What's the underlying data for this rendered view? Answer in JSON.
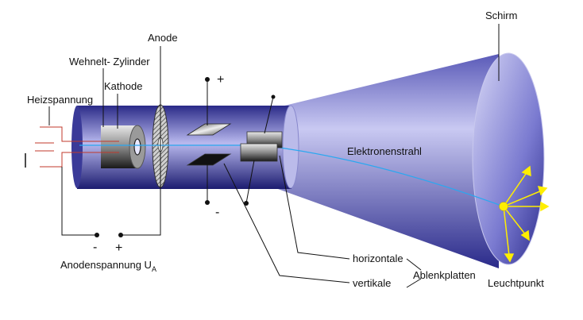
{
  "labels": {
    "schirm": "Schirm",
    "anode": "Anode",
    "wehnelt": "Wehnelt- Zylinder",
    "kathode": "Kathode",
    "heizspannung": "Heizspannung",
    "elektronenstrahl": "Elektronenstrahl",
    "horizontale": "horizontale",
    "vertikale": "vertikale",
    "ablenkplatten": "Ablenkplatten",
    "leuchtpunkt": "Leuchtpunkt",
    "anodenspannung": "Anodenspannung U",
    "anodenspannung_sub": "A"
  },
  "signs": {
    "plate_top": "+",
    "plate_bottom": "-",
    "anode_minus": "-",
    "anode_plus": "+"
  },
  "colors": {
    "tube_dark": "#1a1a6e",
    "tube_light": "#c7c7f0",
    "beam": "#2aa8f0",
    "spot": "#ffee00",
    "rays": "#ffee00",
    "heater": "#c0392b"
  }
}
